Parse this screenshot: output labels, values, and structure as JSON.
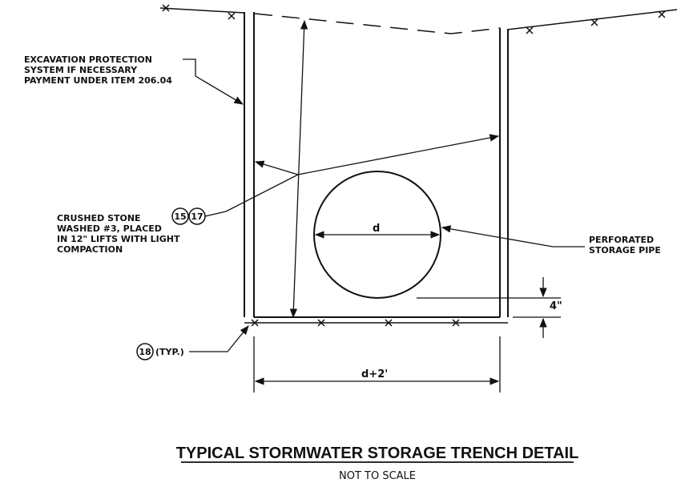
{
  "labels": {
    "excavation": [
      "EXCAVATION PROTECTION",
      "SYSTEM IF NECESSARY",
      "PAYMENT UNDER ITEM 206.04"
    ],
    "stone": [
      "CRUSHED STONE",
      "WASHED #3, PLACED",
      "IN 12\" LIFTS WITH LIGHT",
      "COMPACTION"
    ],
    "pipe": [
      "PERFORATED",
      "STORAGE PIPE"
    ],
    "pipe_dim": "d",
    "base_gap": "4\"",
    "width_dim": "d+2'",
    "typ_note": "(TYP.)"
  },
  "callouts": {
    "stone_a": "15",
    "stone_b": "17",
    "geotextile": "18"
  },
  "title": "TYPICAL STORMWATER STORAGE TRENCH DETAIL",
  "subtitle": "NOT TO SCALE"
}
